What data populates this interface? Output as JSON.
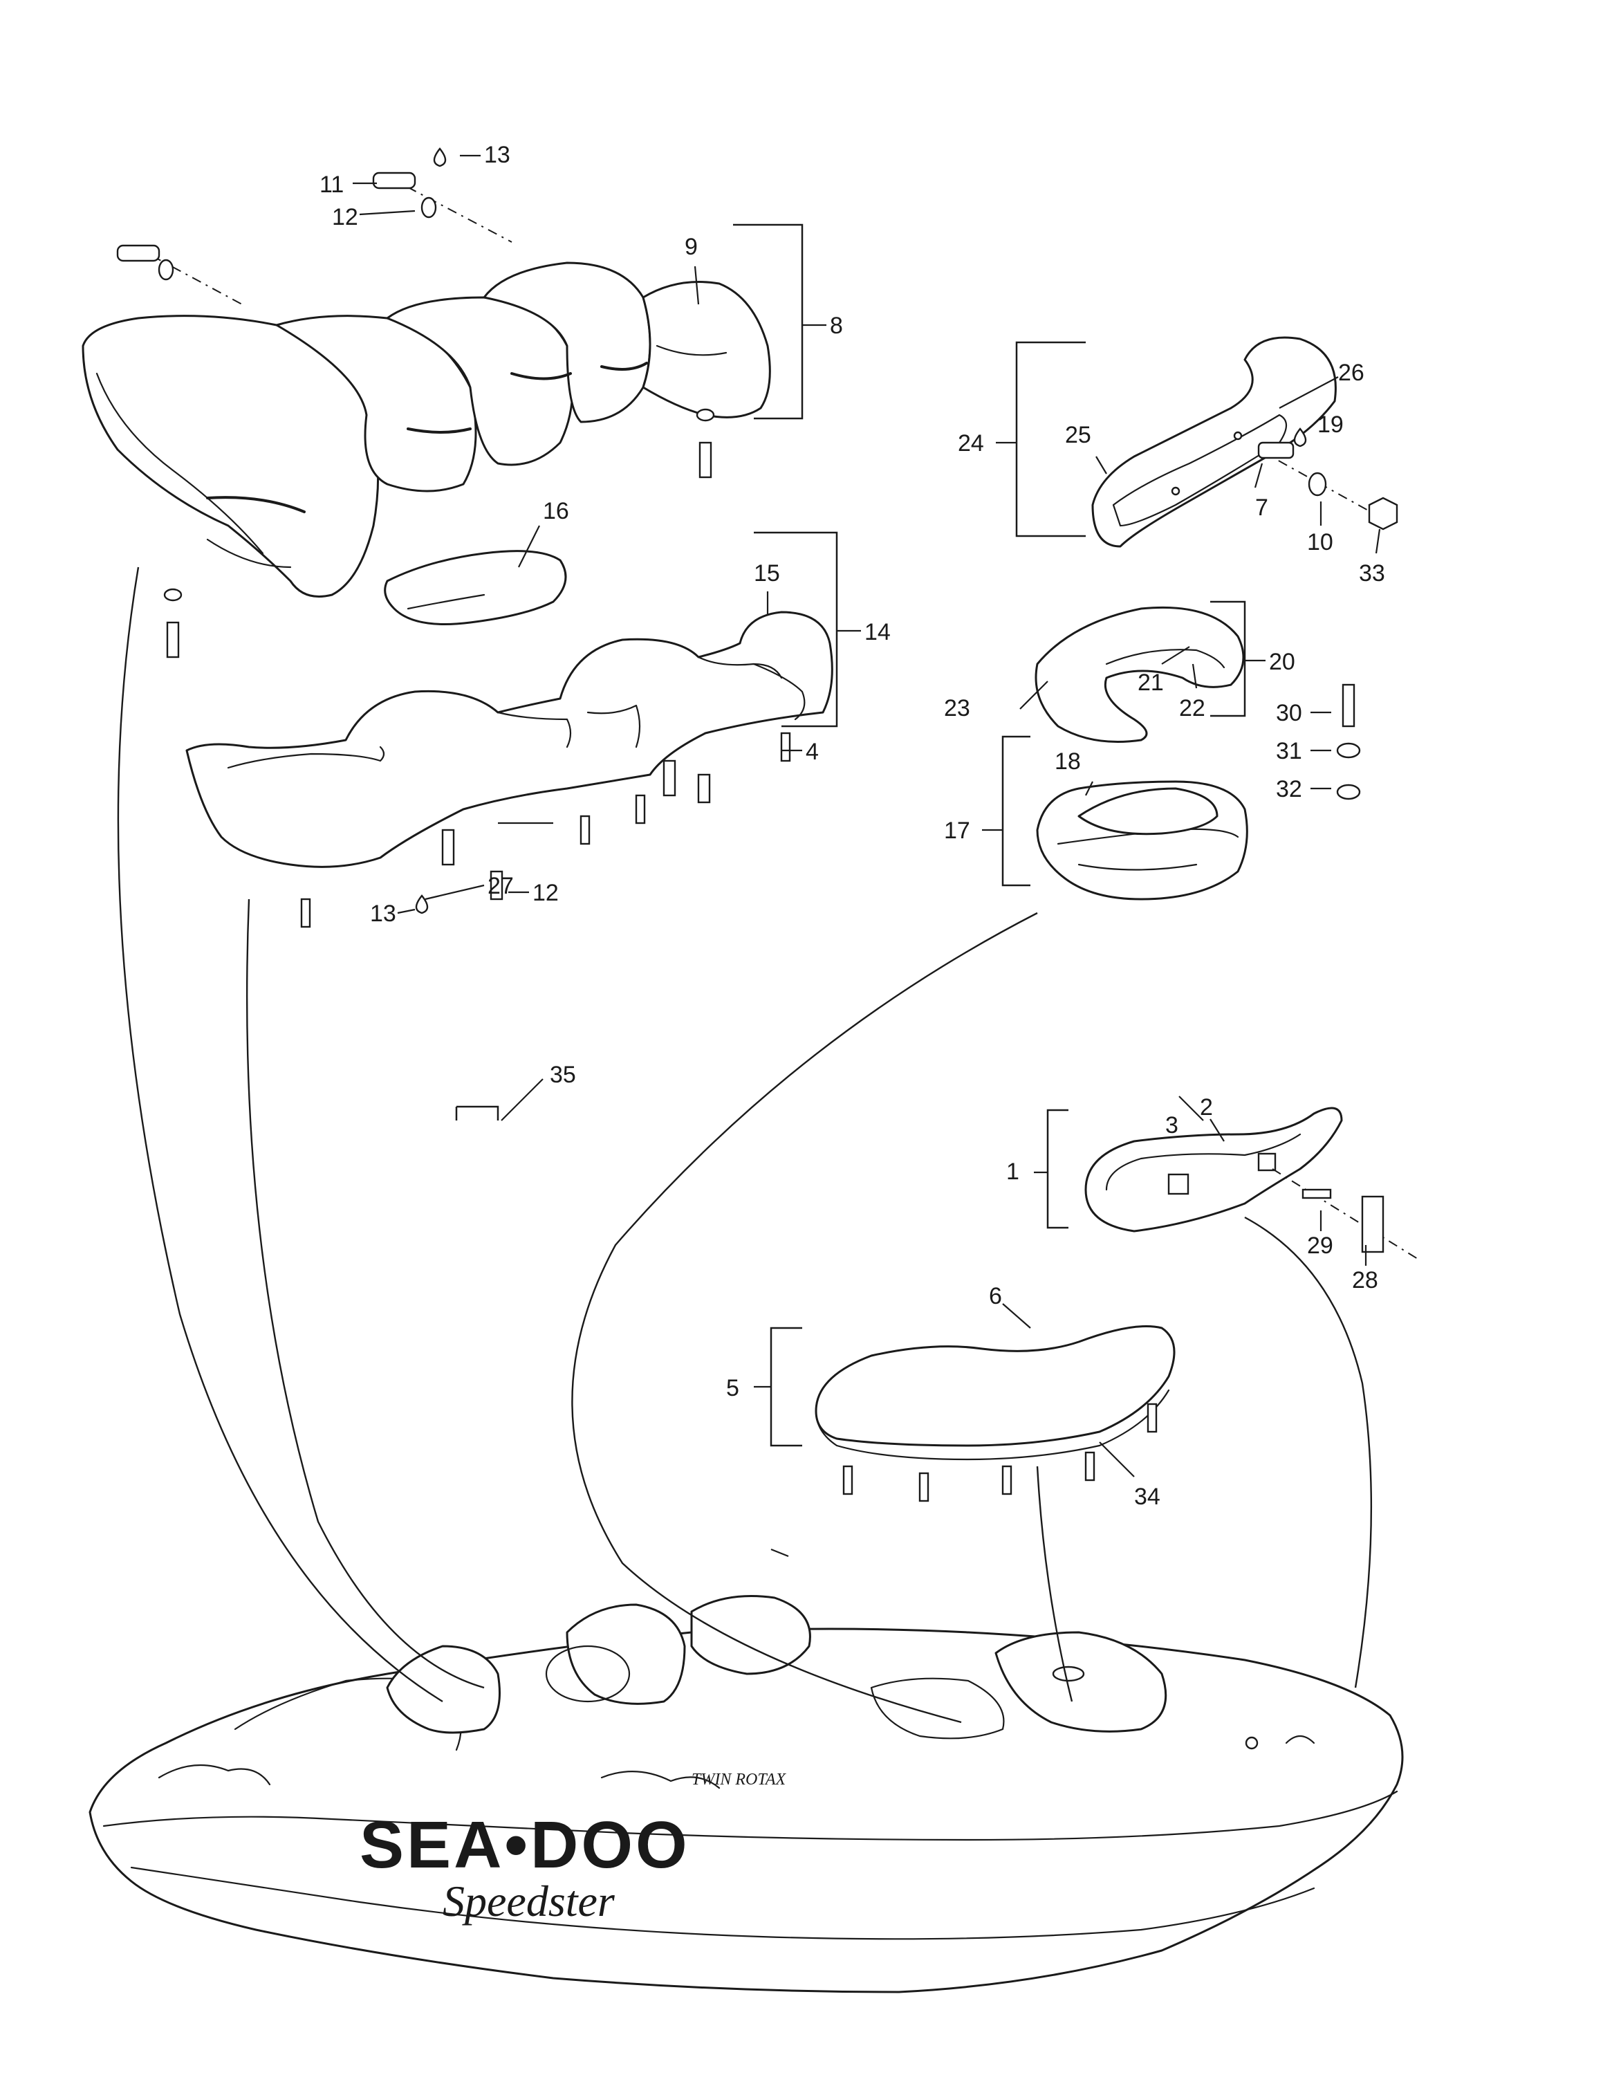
{
  "labels": {
    "l1": "1",
    "l2": "2",
    "l3": "3",
    "l4": "4",
    "l5": "5",
    "l6": "6",
    "l7": "7",
    "l8": "8",
    "l9": "9",
    "l10": "10",
    "l11": "11",
    "l12a": "12",
    "l12b": "12",
    "l13a": "13",
    "l13b": "13",
    "l14": "14",
    "l15": "15",
    "l16": "16",
    "l17": "17",
    "l18": "18",
    "l19": "19",
    "l20": "20",
    "l21": "21",
    "l22": "22",
    "l23": "23",
    "l24": "24",
    "l25": "25",
    "l26": "26",
    "l27": "27",
    "l28": "28",
    "l29": "29",
    "l30": "30",
    "l31": "31",
    "l32": "32",
    "l33": "33",
    "l34": "34",
    "l35": "35"
  },
  "hull": {
    "brand": "SEA•DOO",
    "model": "Speedster",
    "decal": "TWIN ROTAX"
  }
}
